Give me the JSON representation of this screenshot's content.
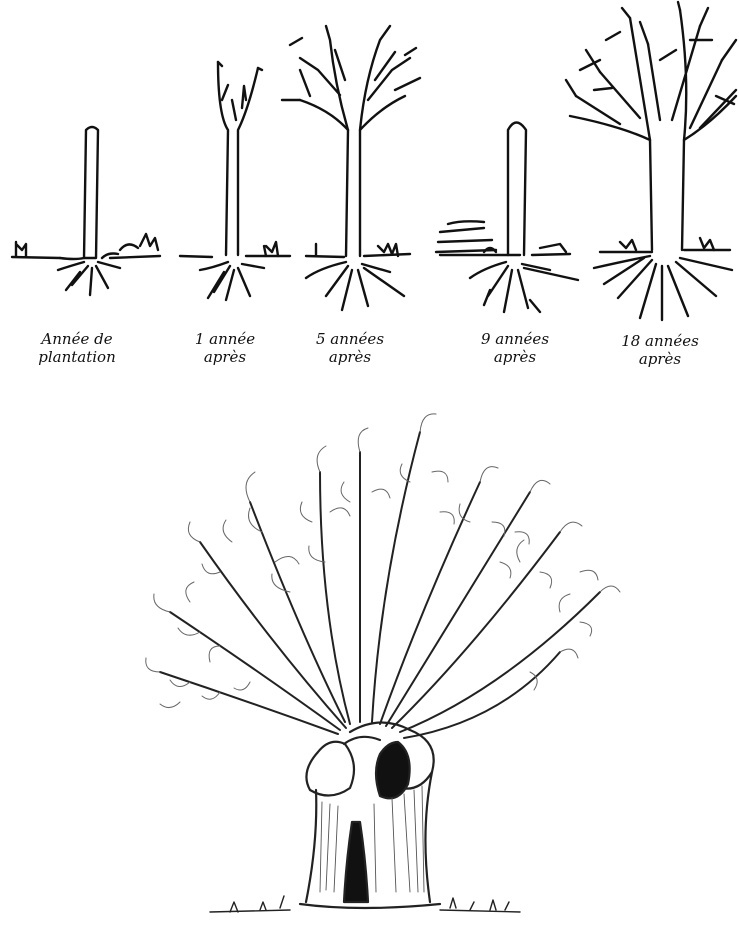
{
  "stages": [
    {
      "label": "Année de\nplantation"
    },
    {
      "label": "1 année\naprès"
    },
    {
      "label": "5 années\naprès"
    },
    {
      "label": "9 années\naprès"
    },
    {
      "label": "18 années\naprès"
    }
  ]
}
